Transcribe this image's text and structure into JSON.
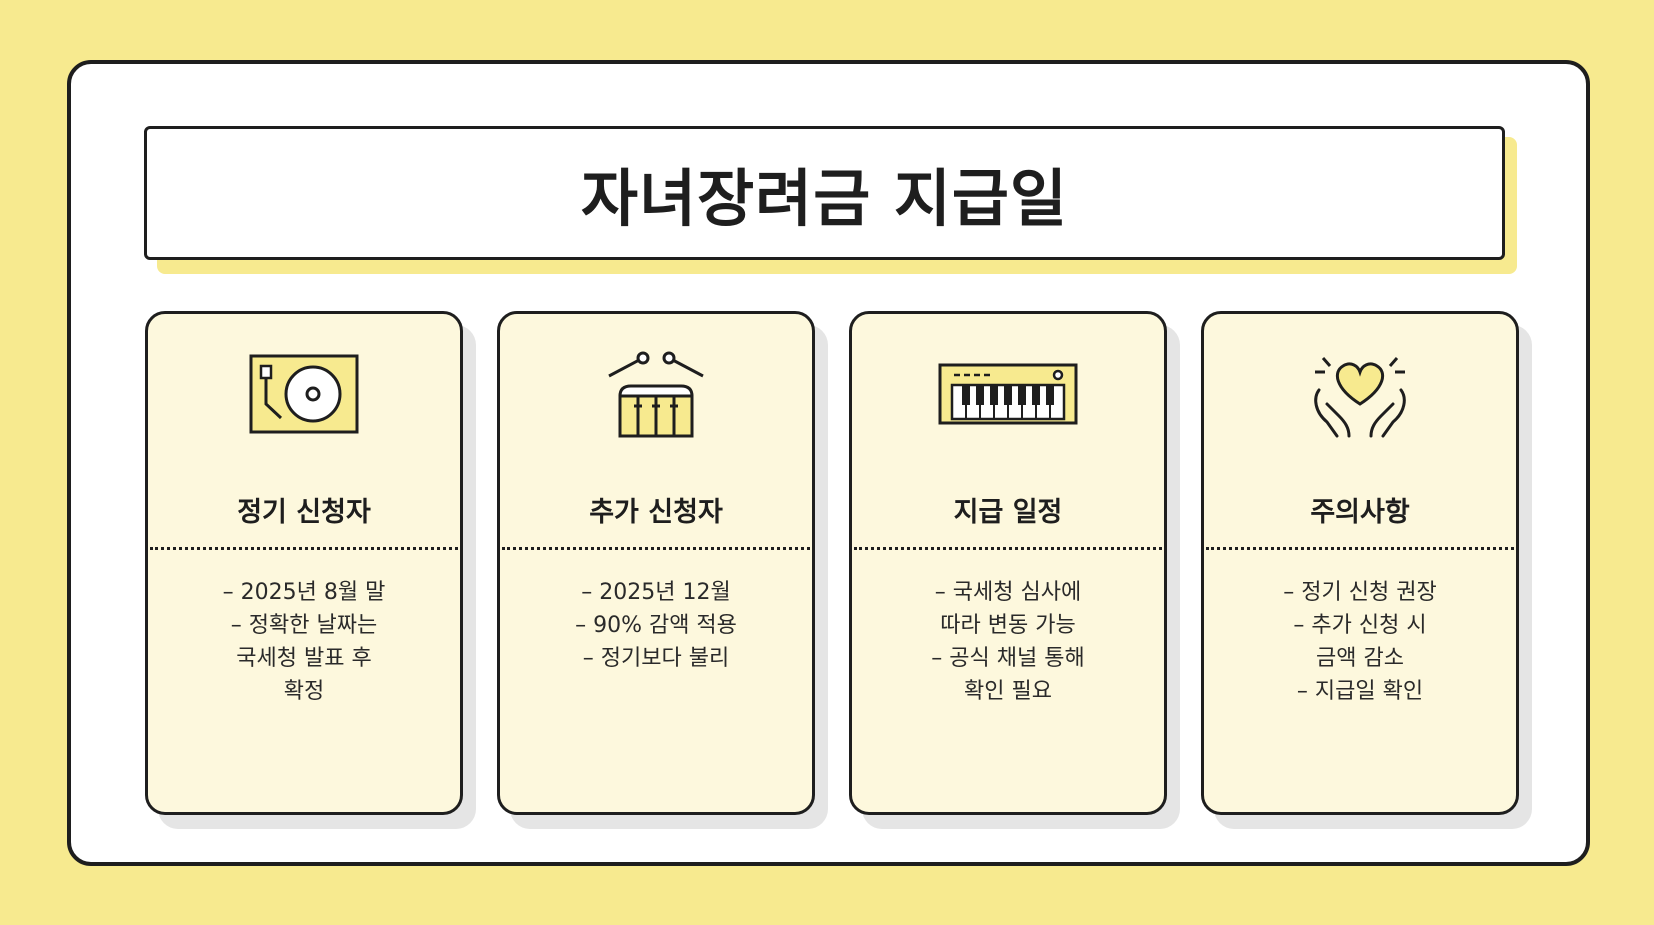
{
  "title": "자녀장려금 지급일",
  "colors": {
    "background": "#f7ea8f",
    "card": "#fdf8dd",
    "accent": "#f7ea8f",
    "outline": "#1e1e1e"
  },
  "cards": [
    {
      "icon": "turntable-icon",
      "heading": "정기 신청자",
      "lines": [
        "– 2025년 8월 말",
        "– 정확한 날짜는",
        "국세청 발표 후",
        "확정"
      ]
    },
    {
      "icon": "drum-icon",
      "heading": "추가 신청자",
      "lines": [
        "– 2025년 12월",
        "– 90% 감액 적용",
        "– 정기보다 불리"
      ]
    },
    {
      "icon": "keyboard-icon",
      "heading": "지급 일정",
      "lines": [
        "– 국세청 심사에",
        "따라 변동 가능",
        "– 공식 채널 통해",
        "확인 필요"
      ]
    },
    {
      "icon": "heart-hands-icon",
      "heading": "주의사항",
      "lines": [
        "– 정기 신청 권장",
        "– 추가 신청 시",
        "금액 감소",
        "– 지급일 확인"
      ]
    }
  ]
}
